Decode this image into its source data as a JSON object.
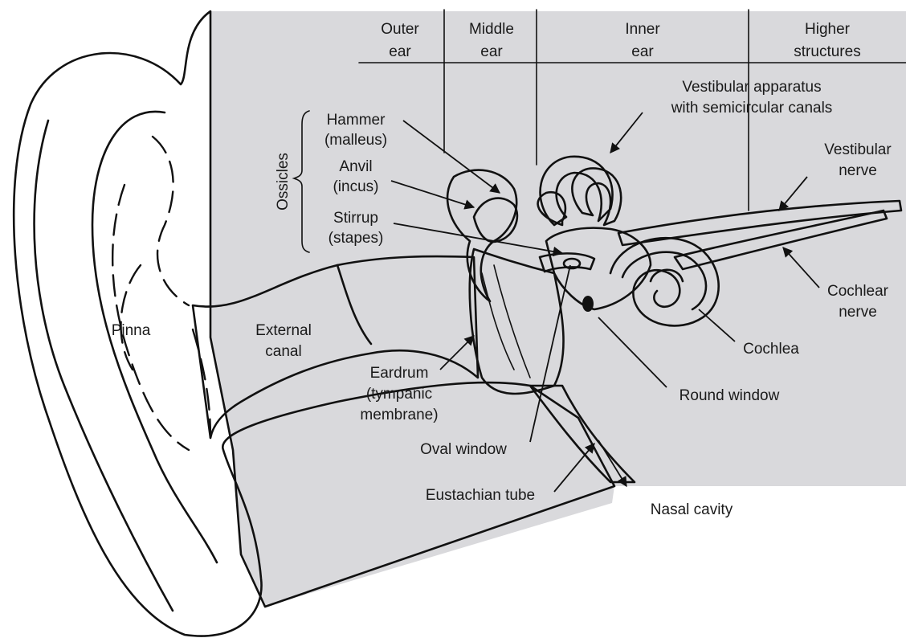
{
  "colors": {
    "background": "#ffffff",
    "head_region": "#d9d9dc",
    "ink": "#111111"
  },
  "header": {
    "outer": [
      "Outer",
      "ear"
    ],
    "middle": [
      "Middle",
      "ear"
    ],
    "inner": [
      "Inner",
      "ear"
    ],
    "higher": [
      "Higher",
      "structures"
    ]
  },
  "labels": {
    "ossicles": "Ossicles",
    "hammer": [
      "Hammer",
      "(malleus)"
    ],
    "anvil": [
      "Anvil",
      "(incus)"
    ],
    "stirrup": [
      "Stirrup",
      "(stapes)"
    ],
    "vestibular_apparatus": [
      "Vestibular apparatus",
      "with semicircular canals"
    ],
    "vestibular_nerve": [
      "Vestibular",
      "nerve"
    ],
    "cochlear_nerve": [
      "Cochlear",
      "nerve"
    ],
    "cochlea": "Cochlea",
    "round_window": "Round window",
    "pinna": "Pinna",
    "external_canal": [
      "External",
      "canal"
    ],
    "eardrum": [
      "Eardrum",
      "(tympanic",
      "membrane)"
    ],
    "oval_window": "Oval window",
    "eustachian_tube": "Eustachian tube",
    "nasal_cavity": "Nasal cavity"
  }
}
